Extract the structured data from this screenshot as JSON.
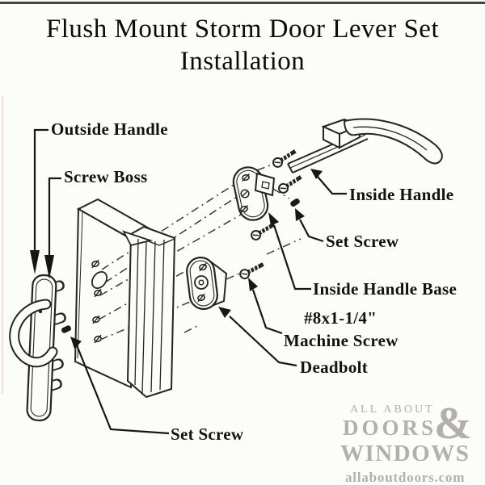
{
  "title": {
    "line1": "Flush Mount Storm Door Lever Set",
    "line2": "Installation"
  },
  "diagram": {
    "labels": {
      "outside_handle": "Outside Handle",
      "screw_boss": "Screw Boss",
      "inside_handle": "Inside Handle",
      "set_screw_top": "Set Screw",
      "inside_handle_base": "Inside Handle Base",
      "machine_screw_size": "#8x1-1/4\"",
      "machine_screw": "Machine Screw",
      "deadbolt": "Deadbolt",
      "set_screw_bottom": "Set Screw"
    }
  },
  "logo": {
    "tagline": "ALL ABOUT",
    "word1": "DOORS",
    "ampersand": "&",
    "word2": "WINDOWS",
    "website": "allaboutdoors.com"
  },
  "colors": {
    "ink": "#1c1c1c",
    "paper": "#fcfcfa",
    "logo_gray": "#b3b0ac"
  }
}
